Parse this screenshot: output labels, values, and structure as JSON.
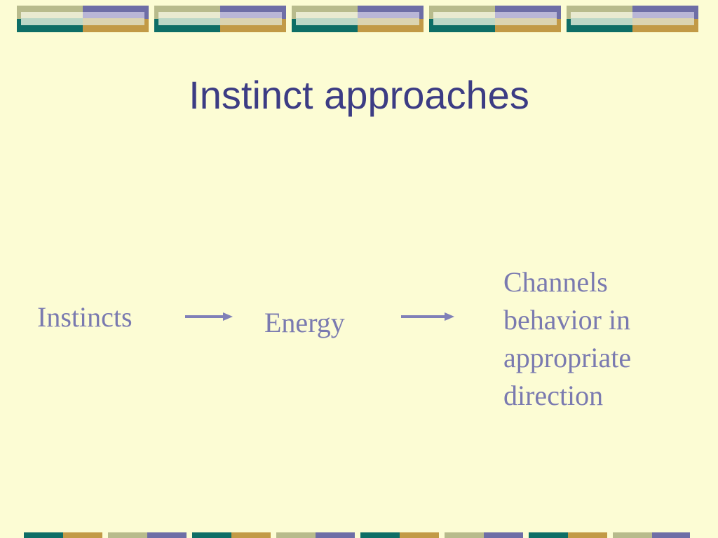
{
  "slide": {
    "title": "Instinct approaches"
  },
  "diagram": {
    "nodes": {
      "instincts": "Instincts",
      "energy": "Energy",
      "channels": "Channels\nbehavior in\nappropriate\ndirection"
    }
  },
  "colors": {
    "background": "#FCFCD4",
    "title": "#3C3C84",
    "node_text": "#7A7AB0",
    "arrow": "#8080B8",
    "band_teal": "#0E6E66",
    "band_gold": "#C29A46",
    "band_purple": "#6E6EA6",
    "band_olive": "#B8BB8C"
  }
}
